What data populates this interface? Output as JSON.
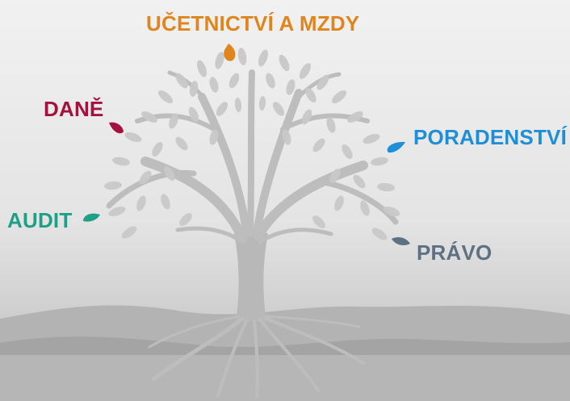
{
  "labels": {
    "ucetnictvi": "UČETNICTVÍ A MZDY",
    "dane": "DANĚ",
    "poradenstvi": "PORADENSTVÍ",
    "audit": "AUDIT",
    "pravo": "PRÁVO"
  },
  "colors": {
    "ucetnictvi": "#e0851c",
    "dane": "#a3123c",
    "poradenstvi": "#1e8fd6",
    "audit": "#1fa086",
    "pravo": "#5e7183",
    "tree": "#bfbfbf",
    "leaves": "#c9c9c9",
    "mountains": "#a9a9a9"
  }
}
